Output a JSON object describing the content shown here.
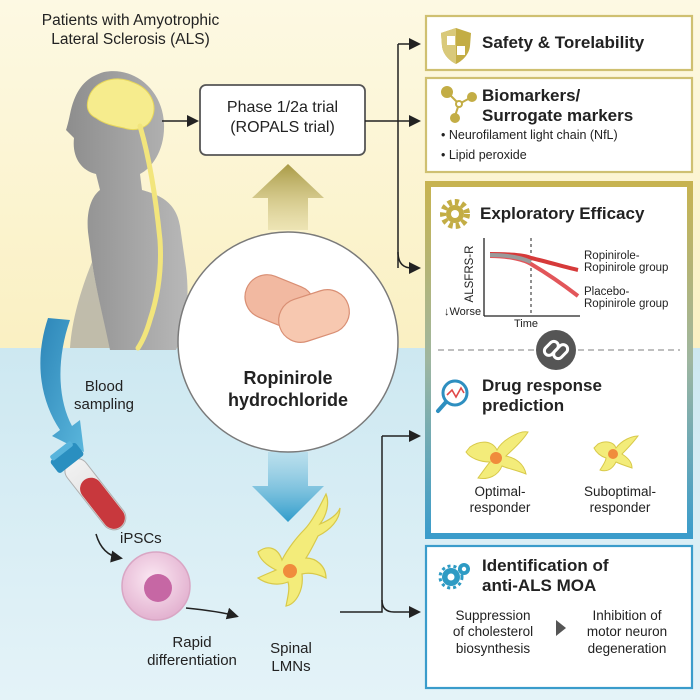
{
  "patients_label": "Patients with Amyotrophic\nLateral Sclerosis (ALS)",
  "trial_label": "Phase 1/2a trial\n(ROPALS trial)",
  "drug_label": "Ropinirole\nhydrochloride",
  "blood_label": "Blood\nsampling",
  "ipsc_label": "iPSCs",
  "rapid_label": "Rapid\ndifferentiation",
  "lmn_label": "Spinal\nLMNs",
  "safety": {
    "title": "Safety & Torelability"
  },
  "biomarkers": {
    "title": "Biomarkers/\nSurrogate markers",
    "bullets": [
      "• Neurofilament light chain (NfL)",
      "• Lipid peroxide"
    ]
  },
  "efficacy": {
    "title": "Exploratory Efficacy",
    "ylabel": "ALSFRS-R",
    "xlabel": "Time",
    "worse_label": "↓Worse",
    "series1": "Ropinirole-\nRopinirole group",
    "series2": "Placebo-\nRopinirole group"
  },
  "prediction": {
    "title": "Drug response\nprediction",
    "optimal": "Optimal-\nresponder",
    "suboptimal": "Suboptimal-\nresponder"
  },
  "moa": {
    "title": "Identification of\nanti-ALS MOA",
    "left": "Suppression\nof cholesterol\nbiosynthesis",
    "right": "Inhibition of\nmotor neuron\ndegeneration"
  },
  "colors": {
    "bg_top": "#fbf3cc",
    "bg_bottom": "#cfe9f2",
    "gold": "#c9b458",
    "blue": "#2e9bc4",
    "gold_arrow": "#b5a550",
    "blue_arrow": "#3ba4cf"
  }
}
